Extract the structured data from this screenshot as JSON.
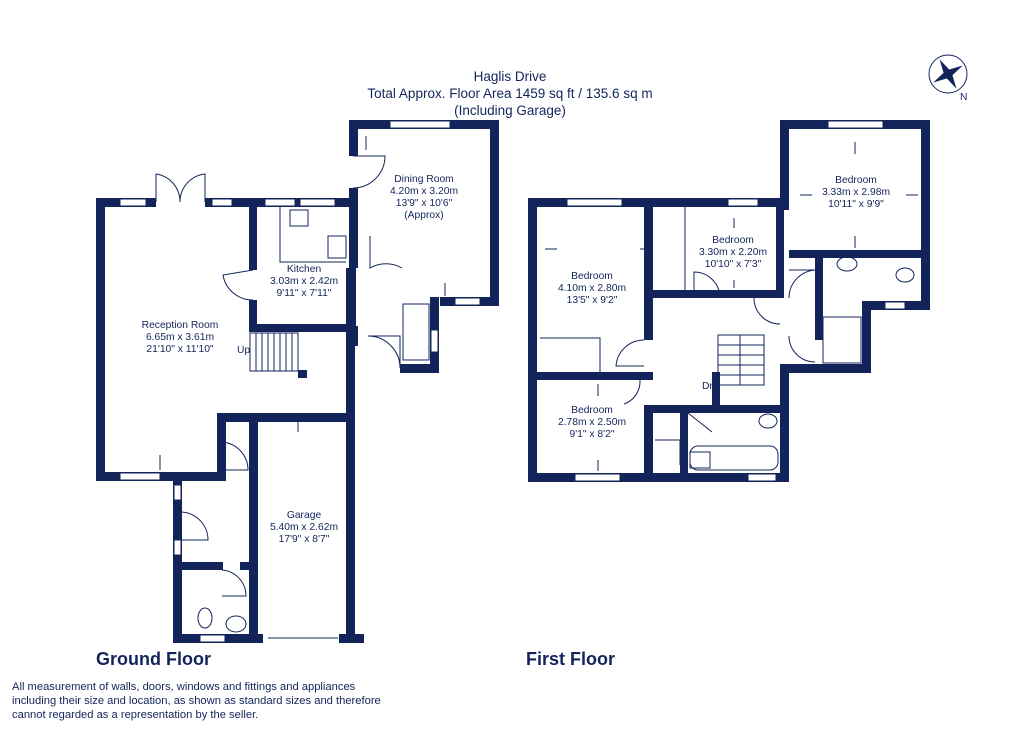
{
  "header": {
    "line1": "Haglis Drive",
    "line2": "Total Approx. Floor Area 1459 sq ft / 135.6 sq m",
    "line3": "(Including Garage)"
  },
  "compass": {
    "label": "N"
  },
  "floors": {
    "ground": "Ground Floor",
    "first": "First Floor"
  },
  "rooms": {
    "dining": {
      "name": "Dining Room",
      "metric": "4.20m x 3.20m",
      "imperial": "13'9\" x 10'6\"",
      "note": "(Approx)"
    },
    "kitchen": {
      "name": "Kitchen",
      "metric": "3.03m x 2.42m",
      "imperial": "9'11\" x 7'11\""
    },
    "reception": {
      "name": "Reception Room",
      "metric": "6.65m x 3.61m",
      "imperial": "21'10\" x 11'10\""
    },
    "garage": {
      "name": "Garage",
      "metric": "5.40m x 2.62m",
      "imperial": "17'9\" x 8'7\""
    },
    "bed_large": {
      "name": "Bedroom",
      "metric": "4.10m x 2.80m",
      "imperial": "13'5\" x 9'2\""
    },
    "bed_mid": {
      "name": "Bedroom",
      "metric": "3.30m x 2.20m",
      "imperial": "10'10\" x 7'3\""
    },
    "bed_right": {
      "name": "Bedroom",
      "metric": "3.33m x 2.98m",
      "imperial": "10'11\" x 9'9\""
    },
    "bed_small": {
      "name": "Bedroom",
      "metric": "2.78m x 2.50m",
      "imperial": "9'1\" x 8'2\""
    }
  },
  "stairs": {
    "up": "Up",
    "down": "Dn"
  },
  "disclaimer": "All measurement of walls, doors, windows and fittings and appliances including their size and location, as shown as standard sizes and therefore cannot regarded as a representation by the seller.",
  "colors": {
    "wall": "#13245a",
    "text": "#13245a",
    "background": "#ffffff"
  }
}
